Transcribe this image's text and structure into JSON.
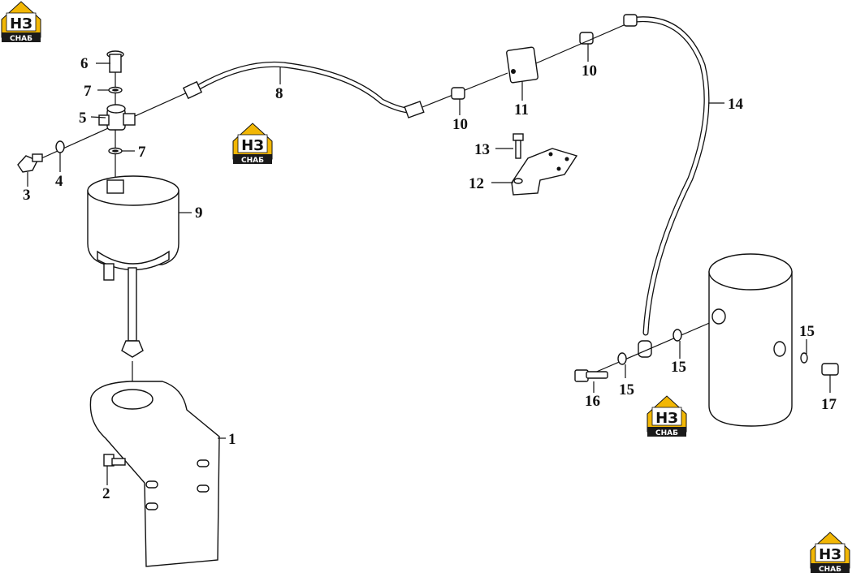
{
  "logo": {
    "main": "НЗ",
    "sub": "СНАБ",
    "accent": "#f2b705",
    "dark": "#1a1a1a"
  },
  "callouts": {
    "c1": "1",
    "c2": "2",
    "c3": "3",
    "c4": "4",
    "c5": "5",
    "c6": "6",
    "c7a": "7",
    "c7b": "7",
    "c8": "8",
    "c9": "9",
    "c10a": "10",
    "c10b": "10",
    "c11": "11",
    "c12": "12",
    "c13": "13",
    "c14": "14",
    "c15a": "15",
    "c15b": "15",
    "c15c": "15",
    "c16": "16",
    "c17": "17"
  }
}
